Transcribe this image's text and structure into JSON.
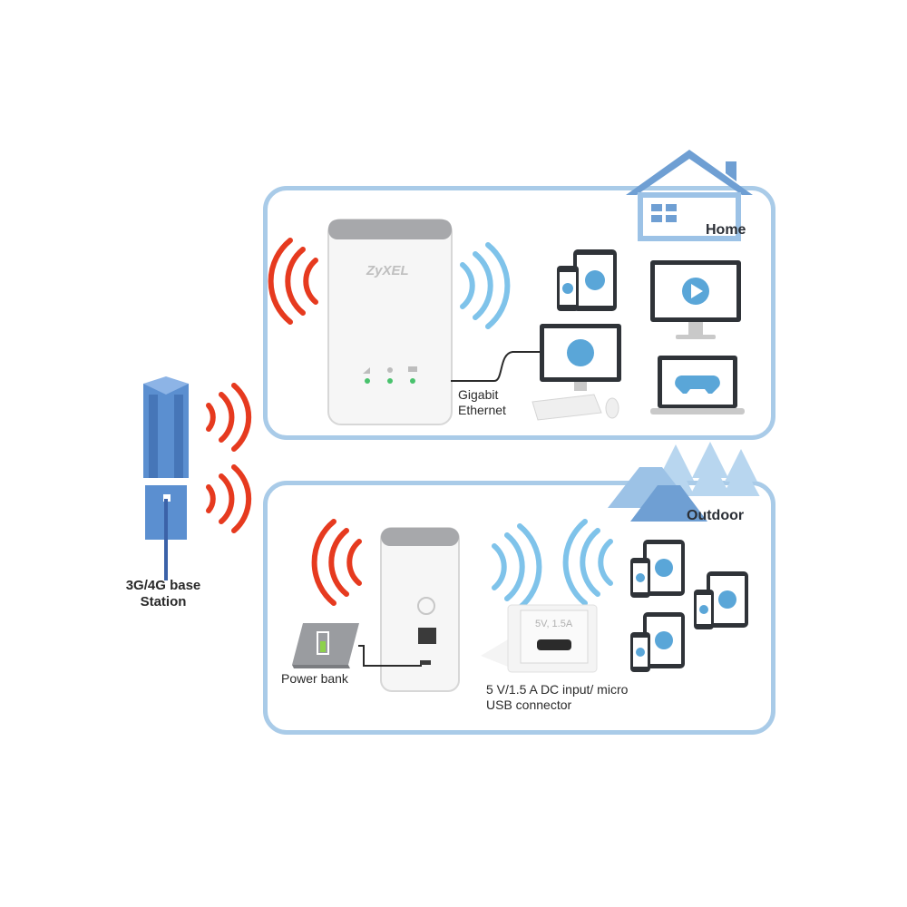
{
  "base_station": {
    "label": "3G/4G base Station"
  },
  "home": {
    "label": "Home",
    "router_brand": "ZyXEL",
    "connection_label": "Gigabit Ethernet"
  },
  "outdoor": {
    "label": "Outdoor",
    "power_bank_label": "Power bank",
    "port_rating": "5V, 1.5A",
    "dc_input_label": "5 V/1.5 A DC input/ micro USB connector"
  },
  "colors": {
    "panel_border": "#a9cbe8",
    "signal_red": "#e63a1f",
    "signal_blue": "#7fc3ea",
    "device_blue": "#5aa6d8",
    "antenna_blue": "#5b8fd0"
  }
}
